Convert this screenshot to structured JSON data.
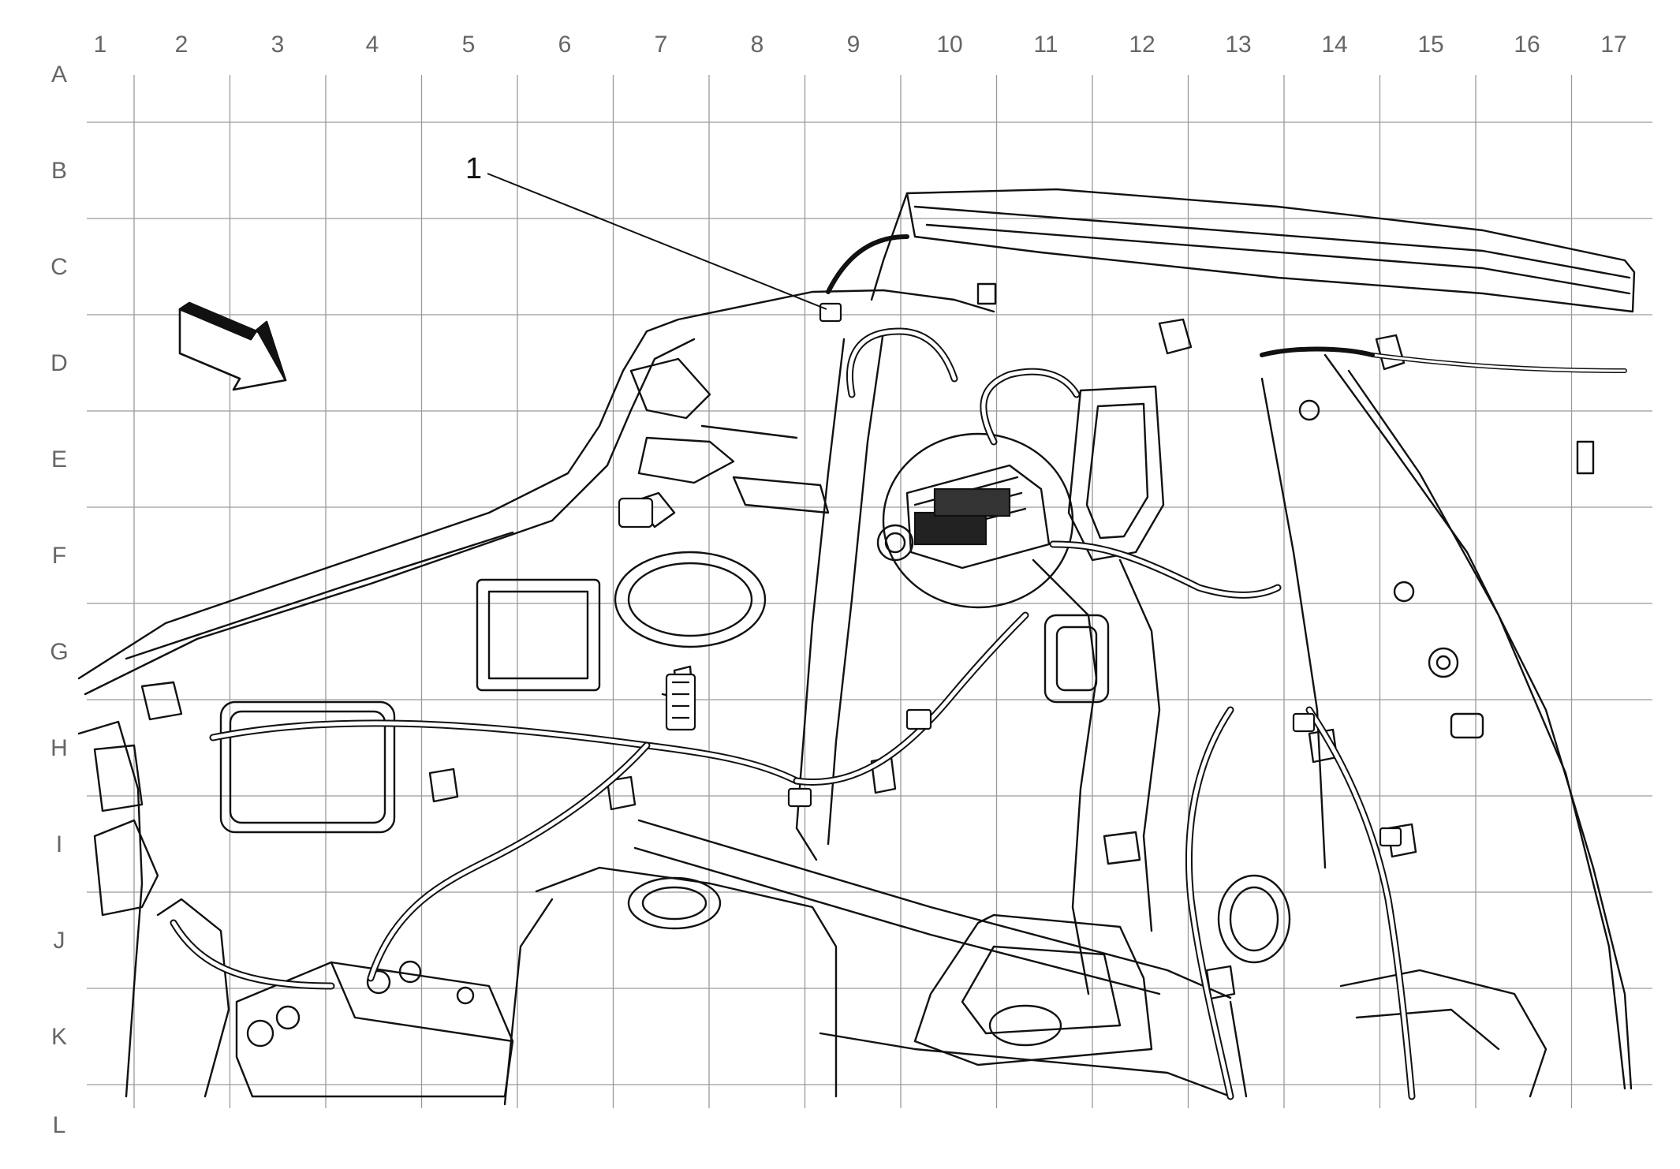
{
  "grid": {
    "columns": [
      "1",
      "2",
      "3",
      "4",
      "5",
      "6",
      "7",
      "8",
      "9",
      "10",
      "11",
      "12",
      "13",
      "14",
      "15",
      "16",
      "17"
    ],
    "rows": [
      "A",
      "B",
      "C",
      "D",
      "E",
      "F",
      "G",
      "H",
      "I",
      "J",
      "K",
      "L"
    ]
  },
  "callouts": [
    {
      "label": "1"
    }
  ],
  "colors": {
    "grid_line": "#9a9a9a",
    "label": "#666666",
    "drawing_line": "#111111",
    "background": "#ffffff"
  },
  "icons": {
    "direction_arrow": "front-direction-arrow-icon"
  }
}
